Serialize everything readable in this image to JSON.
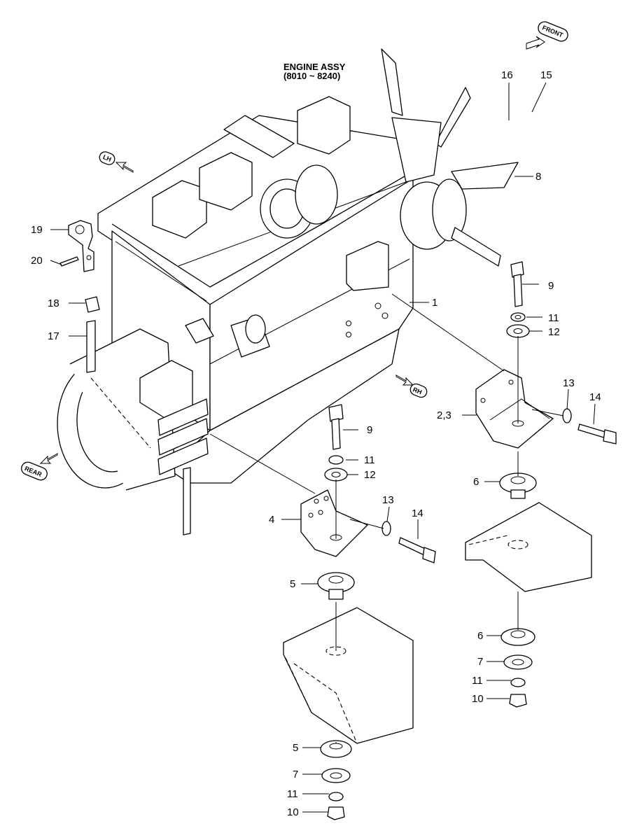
{
  "title": {
    "line1": "ENGINE ASSY",
    "line2": "(8010 ~ 8240)"
  },
  "direction_tags": {
    "front": "FRONT",
    "lh": "LH",
    "rh": "RH",
    "rear": "REAR"
  },
  "callouts": [
    "16",
    "15",
    "8",
    "9",
    "11",
    "12",
    "1",
    "19",
    "20",
    "18",
    "17",
    "13",
    "14",
    "2,3",
    "6",
    "9",
    "11",
    "12",
    "4",
    "13",
    "14",
    "5",
    "6",
    "7",
    "11",
    "10",
    "5",
    "7",
    "11",
    "10"
  ]
}
